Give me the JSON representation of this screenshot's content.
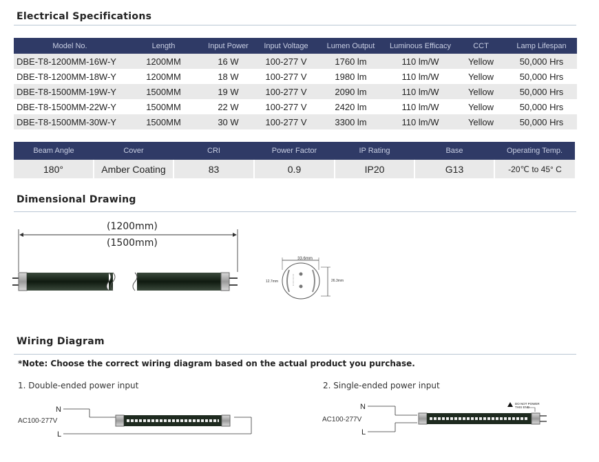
{
  "sections": {
    "electrical_title": "Electrical Specifications",
    "dimensional_title": "Dimensional Drawing",
    "wiring_title": "Wiring Diagram"
  },
  "spec_table": {
    "headers": [
      "Model No.",
      "Length",
      "Input Power",
      "Input Voltage",
      "Lumen Output",
      "Luminous Efficacy",
      "CCT",
      "Lamp Lifespan"
    ],
    "rows": [
      [
        "DBE-T8-1200MM-16W-Y",
        "1200MM",
        "16 W",
        "100-277 V",
        "1760 lm",
        "110 lm/W",
        "Yellow",
        "50,000 Hrs"
      ],
      [
        "DBE-T8-1200MM-18W-Y",
        "1200MM",
        "18 W",
        "100-277 V",
        "1980 lm",
        "110 lm/W",
        "Yellow",
        "50,000 Hrs"
      ],
      [
        "DBE-T8-1500MM-19W-Y",
        "1500MM",
        "19 W",
        "100-277 V",
        "2090 lm",
        "110 lm/W",
        "Yellow",
        "50,000 Hrs"
      ],
      [
        "DBE-T8-1500MM-22W-Y",
        "1500MM",
        "22 W",
        "100-277 V",
        "2420 lm",
        "110 lm/W",
        "Yellow",
        "50,000 Hrs"
      ],
      [
        "DBE-T8-1500MM-30W-Y",
        "1500MM",
        "30 W",
        "100-277 V",
        "3300 lm",
        "110 lm/W",
        "Yellow",
        "50,000 Hrs"
      ]
    ]
  },
  "spec_table2": {
    "headers": [
      "Beam Angle",
      "Cover",
      "CRI",
      "Power Factor",
      "IP Rating",
      "Base",
      "Operating Temp."
    ],
    "row": [
      "180°",
      "Amber Coating",
      "83",
      "0.9",
      "IP20",
      "G13",
      "-20℃ to 45° C"
    ]
  },
  "dimensions": {
    "length_1200": "(1200mm)",
    "length_1500": "(1500mm)",
    "end_width": "33.6mm",
    "pin_spacing": "12.7mm",
    "diameter": "26.3mm"
  },
  "wiring": {
    "note": "*Note: Choose the correct wiring diagram based on the actual product you purchase.",
    "double_title": "1. Double-ended power input",
    "single_title": "2. Single-ended power input",
    "n_label": "N",
    "l_label": "L",
    "voltage_label": "AC100-277V",
    "warning_line1": "DO NOT POWER",
    "warning_line2": "THIS END"
  },
  "colors": {
    "header_bg": "#2f3a66",
    "header_text": "#c9cfe3",
    "row_alt_bg": "#e9e9e9",
    "tube_body": "#1e2a1f"
  }
}
